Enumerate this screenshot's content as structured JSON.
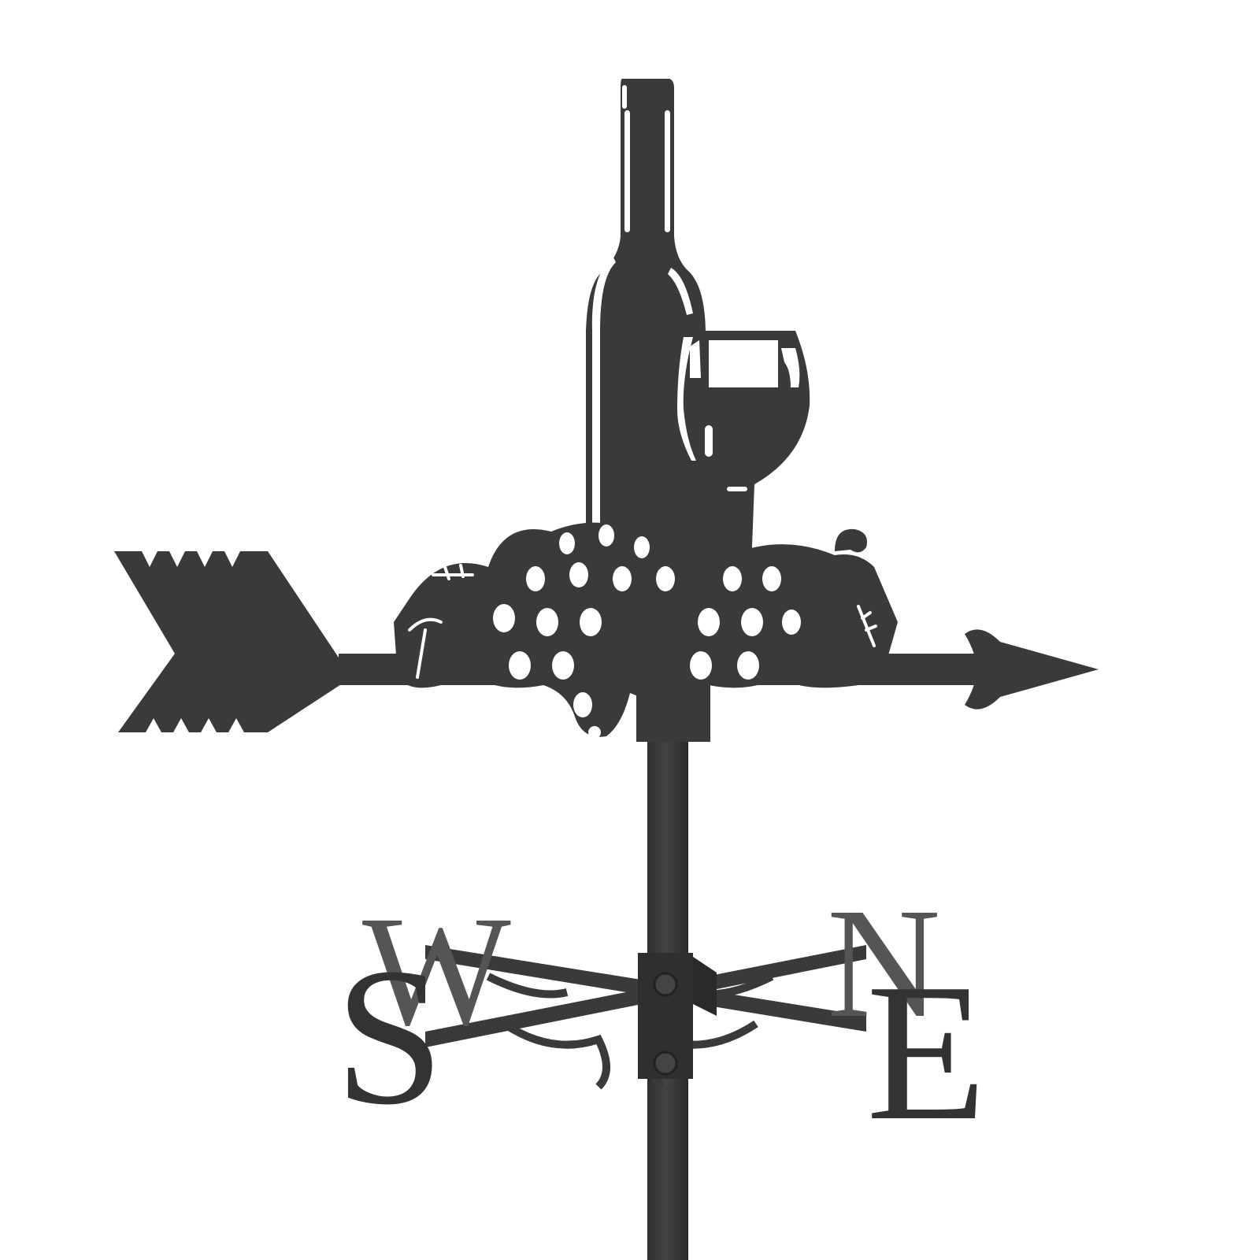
{
  "image": {
    "subject": "Wine bottle and glass weather vane",
    "background_color": "#ffffff",
    "metal_color": "#3a3a3a",
    "metal_highlight": "#4a4a4a"
  },
  "vane": {
    "motif": [
      "wine bottle",
      "wine glass",
      "grape cluster",
      "grape leaves",
      "arrow"
    ],
    "arrow_direction": "right"
  },
  "compass": {
    "letters": [
      {
        "label": "W",
        "position": "back-left"
      },
      {
        "label": "S",
        "position": "front-left"
      },
      {
        "label": "N",
        "position": "back-right"
      },
      {
        "label": "E",
        "position": "front-right"
      }
    ]
  }
}
